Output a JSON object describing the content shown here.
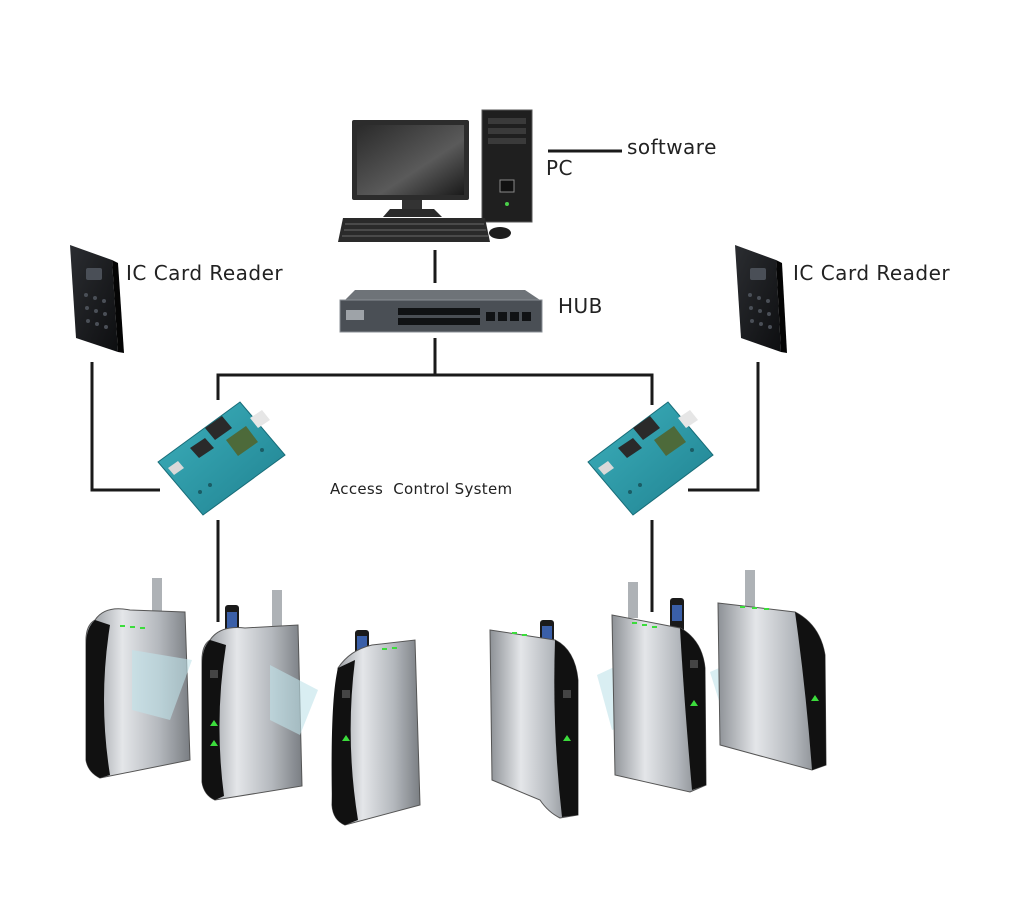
{
  "labels": {
    "pc": "PC",
    "software": "software",
    "hub": "HUB",
    "reader_left": "IC Card Reader",
    "reader_right": "IC Card Reader",
    "system": "Access  Control System"
  },
  "colors": {
    "line": "#1a1a1a",
    "board": "#2e9aa8",
    "device_dark": "#111111",
    "steel": "#c9ccd0",
    "indicator_green": "#3cdc3c",
    "glass": "#bfe3ea"
  },
  "icons": [
    "pc-icon",
    "hub-icon",
    "card-reader-icon",
    "controller-board-icon",
    "turnstile-icon"
  ]
}
